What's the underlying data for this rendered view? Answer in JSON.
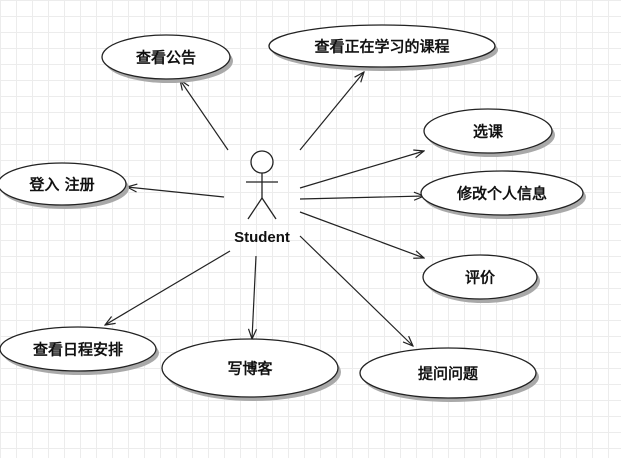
{
  "actor": {
    "label": "Student"
  },
  "use_cases": [
    {
      "id": "announcements",
      "label": "查看公告"
    },
    {
      "id": "current-courses",
      "label": "查看正在学习的课程"
    },
    {
      "id": "select-course",
      "label": "选课"
    },
    {
      "id": "login-register",
      "label": "登入 注册"
    },
    {
      "id": "edit-profile",
      "label": "修改个人信息"
    },
    {
      "id": "evaluate",
      "label": "评价"
    },
    {
      "id": "schedule",
      "label": "查看日程安排"
    },
    {
      "id": "write-blog",
      "label": "写博客"
    },
    {
      "id": "ask-question",
      "label": "提问问题"
    }
  ],
  "associations": [
    {
      "from": "actor",
      "to": "announcements"
    },
    {
      "from": "actor",
      "to": "current-courses"
    },
    {
      "from": "actor",
      "to": "select-course"
    },
    {
      "from": "actor",
      "to": "login-register"
    },
    {
      "from": "actor",
      "to": "edit-profile"
    },
    {
      "from": "actor",
      "to": "evaluate"
    },
    {
      "from": "actor",
      "to": "schedule"
    },
    {
      "from": "actor",
      "to": "write-blog"
    },
    {
      "from": "actor",
      "to": "ask-question"
    }
  ],
  "colors": {
    "line": "#222222",
    "ellipse_fill": "#ffffff",
    "shadow": "#a9a9a9",
    "grid": "#ececec"
  }
}
